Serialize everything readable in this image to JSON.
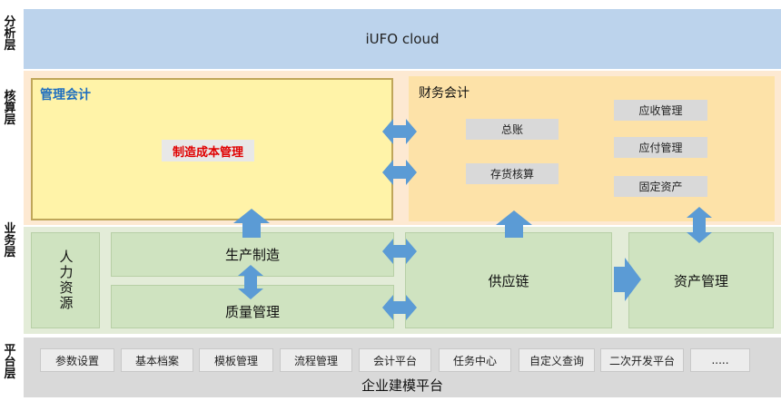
{
  "layers": {
    "analysis": "分析层",
    "core": "核算层",
    "business": "业务层",
    "platform": "平台层"
  },
  "analysis": {
    "title": "iUFO cloud"
  },
  "management_accounting": {
    "title": "管理会计",
    "item": "制造成本管理"
  },
  "financial_accounting": {
    "title": "财务会计",
    "items_left": [
      "总账",
      "存货核算"
    ],
    "items_right": [
      "应收管理",
      "应付管理",
      "固定资产"
    ]
  },
  "business": {
    "hr": "人力资源",
    "production": "生产制造",
    "quality": "质量管理",
    "supply_chain": "供应链",
    "asset": "资产管理"
  },
  "platform": {
    "title": "企业建模平台",
    "items": [
      "参数设置",
      "基本档案",
      "模板管理",
      "流程管理",
      "会计平台",
      "任务中心",
      "自定义查询",
      "二次开发平台",
      "....."
    ]
  },
  "colors": {
    "analysis_bg": "#bcd3ec",
    "core_bg": "#fde9d2",
    "management_bg": "#fff3a8",
    "financial_bg": "#fde2a8",
    "business_bg": "#e3ecd8",
    "green_box": "#cfe3c0",
    "platform_bg": "#d9d9d9",
    "arrow": "#5b9bd5",
    "mgmt_title": "#1f6fbf",
    "highlight_red": "#e00000"
  }
}
